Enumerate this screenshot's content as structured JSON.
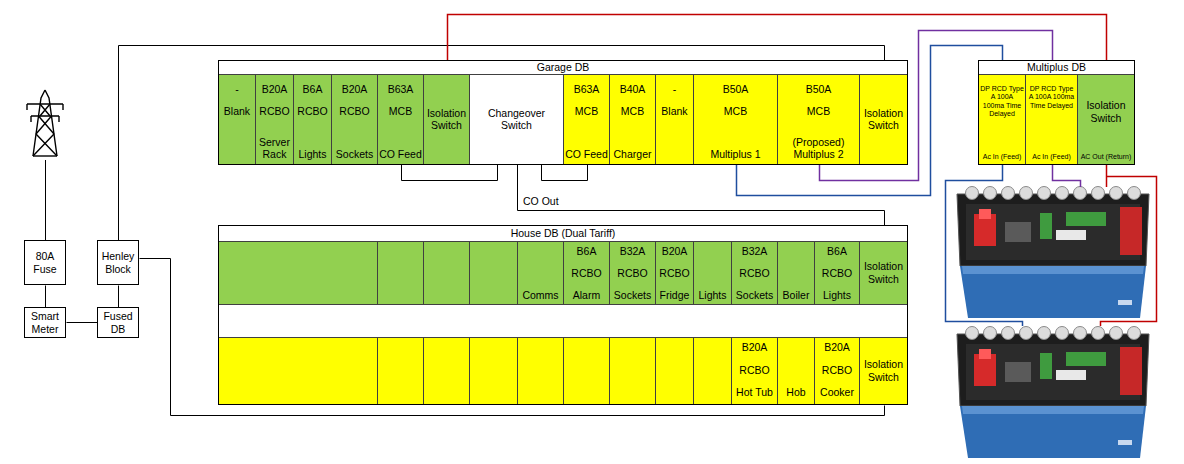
{
  "diagram": {
    "nodes": [
      {
        "text": [
          "80A Fuse"
        ]
      },
      {
        "text": [
          "Henley Block"
        ]
      },
      {
        "text": [
          "Smart Meter"
        ]
      },
      {
        "text": [
          "Fused DB"
        ]
      },
      {
        "text": [
          "Garage DB"
        ]
      },
      {
        "text": [
          "-",
          "Blank"
        ],
        "in": 4
      },
      {
        "text": [
          "B20A",
          "RCBO",
          "Server Rack"
        ],
        "in": 4
      },
      {
        "text": [
          "B6A",
          "RCBO",
          "Lights"
        ],
        "in": 4
      },
      {
        "text": [
          "B20A",
          "RCBO",
          "Sockets"
        ],
        "in": 4
      },
      {
        "text": [
          "B63A",
          "MCB",
          "CO Feed"
        ],
        "in": 4
      },
      {
        "text": [
          "Isolation Switch"
        ],
        "in": 4
      },
      {
        "text": [
          "Changeover Switch"
        ],
        "in": 4
      },
      {
        "text": [
          "B63A",
          "MCB",
          "CO Feed"
        ],
        "in": 4
      },
      {
        "text": [
          "B40A",
          "MCB",
          "Charger"
        ],
        "in": 4
      },
      {
        "text": [
          "-",
          "Blank"
        ],
        "in": 4
      },
      {
        "text": [
          "B50A",
          "MCB",
          "Multiplus 1"
        ],
        "in": 4
      },
      {
        "text": [
          "B50A",
          "MCB",
          "(Proposed) Multiplus 2"
        ],
        "in": 4
      },
      {
        "text": [
          "Isolation Switch"
        ],
        "in": 4
      },
      {
        "text": [
          "Multiplus DB"
        ]
      },
      {
        "text": [
          "DP RCD Type A 100A 100ma Time Delayed",
          "Ac In (Feed)"
        ],
        "in": 18
      },
      {
        "text": [
          "DP RCD Type A 100A 100ma Time Delayed",
          "Ac In (Feed)"
        ],
        "in": 18
      },
      {
        "text": [
          "Isolation Switch",
          "AC Out (Return)"
        ],
        "in": 18
      },
      {
        "text": [
          "House DB (Dual Tariff)"
        ]
      },
      {
        "text": [
          "Comms"
        ],
        "in": 22
      },
      {
        "text": [
          "B6A",
          "RCBO",
          "Alarm"
        ],
        "in": 22
      },
      {
        "text": [
          "B32A",
          "RCBO",
          "Sockets"
        ],
        "in": 22
      },
      {
        "text": [
          "B20A",
          "RCBO",
          "Fridge"
        ],
        "in": 22
      },
      {
        "text": [
          "Lights"
        ],
        "in": 22
      },
      {
        "text": [
          "B32A",
          "RCBO",
          "Sockets"
        ],
        "in": 22
      },
      {
        "text": [
          "Boiler"
        ],
        "in": 22
      },
      {
        "text": [
          "B6A",
          "RCBO",
          "Lights"
        ],
        "in": 22
      },
      {
        "text": [
          "Isolation Switch"
        ],
        "in": 22
      },
      {
        "text": [
          "B20A",
          "RCBO",
          "Hot Tub"
        ],
        "in": 22
      },
      {
        "text": [
          "Hob"
        ],
        "in": 22
      },
      {
        "text": [
          "B20A",
          "RCBO",
          "Cooker"
        ],
        "in": 22
      },
      {
        "text": [
          "Isolation Switch"
        ],
        "in": 22
      }
    ],
    "edges": [
      {
        "from": 0,
        "to": 2,
        "arrow": "none"
      },
      {
        "from": 2,
        "to": 3,
        "arrow": "none"
      },
      {
        "from": 3,
        "to": 1,
        "arrow": "none"
      },
      {
        "from": 1,
        "to": 4,
        "arrow": "none"
      },
      {
        "from": 1,
        "to": 22,
        "arrow": "none"
      },
      {
        "from": 9,
        "to": 11,
        "arrow": "none"
      },
      {
        "from": 12,
        "to": 11,
        "arrow": "none"
      },
      {
        "from": 11,
        "to": 22,
        "label": "CO Out",
        "arrow": "none"
      },
      {
        "from": 15,
        "to": 18,
        "arrow": "none"
      },
      {
        "from": 16,
        "to": 18,
        "arrow": "none"
      },
      {
        "from": 18,
        "to": 4,
        "arrow": "none"
      }
    ]
  }
}
